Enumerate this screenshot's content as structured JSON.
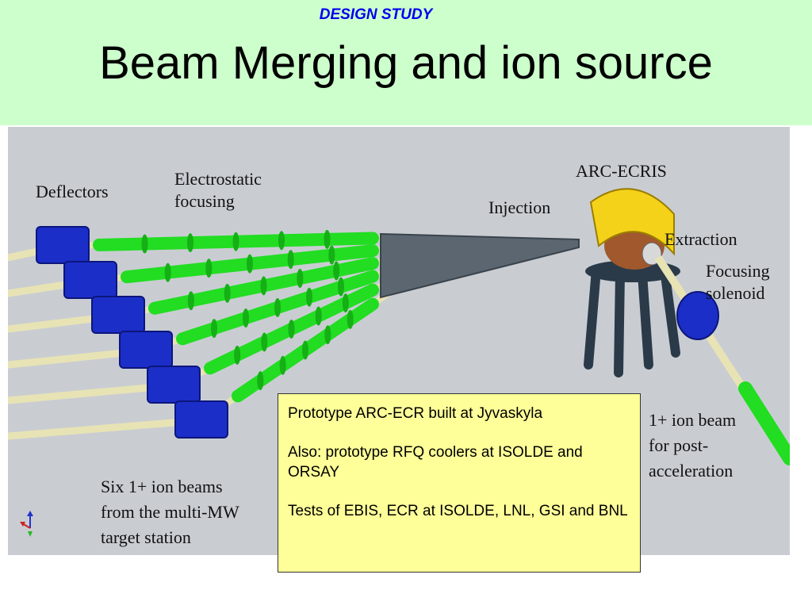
{
  "slide": {
    "kicker": "DESIGN STUDY",
    "title": "Beam Merging and ion source"
  },
  "figure": {
    "labels": {
      "deflectors": "Deflectors",
      "electrostatic": "Electrostatic\nfocusing",
      "arc_ecris": "ARC-ECRIS",
      "injection": "Injection",
      "extraction": "Extraction",
      "focusing_solenoid": "Focusing\nsolenoid",
      "output_beam": "1+ ion beam\nfor post-\nacceleration",
      "input_beams": "Six 1+ ion beams\nfrom the multi-MW\ntarget station"
    },
    "colors": {
      "background": "#c9cdd2",
      "deflector": "#1c2ec8",
      "focusing": "#22dd22",
      "beam_pipe": "#e8e3b4",
      "magnet": "#f5d21a",
      "funnel": "#5c6670",
      "stand": "#2b3a48"
    }
  },
  "note": {
    "lines": [
      "Prototype ARC-ECR built at Jyvaskyla",
      "Also: prototype RFQ coolers at ISOLDE and ORSAY",
      "Tests of EBIS, ECR at ISOLDE, LNL, GSI and BNL"
    ]
  }
}
